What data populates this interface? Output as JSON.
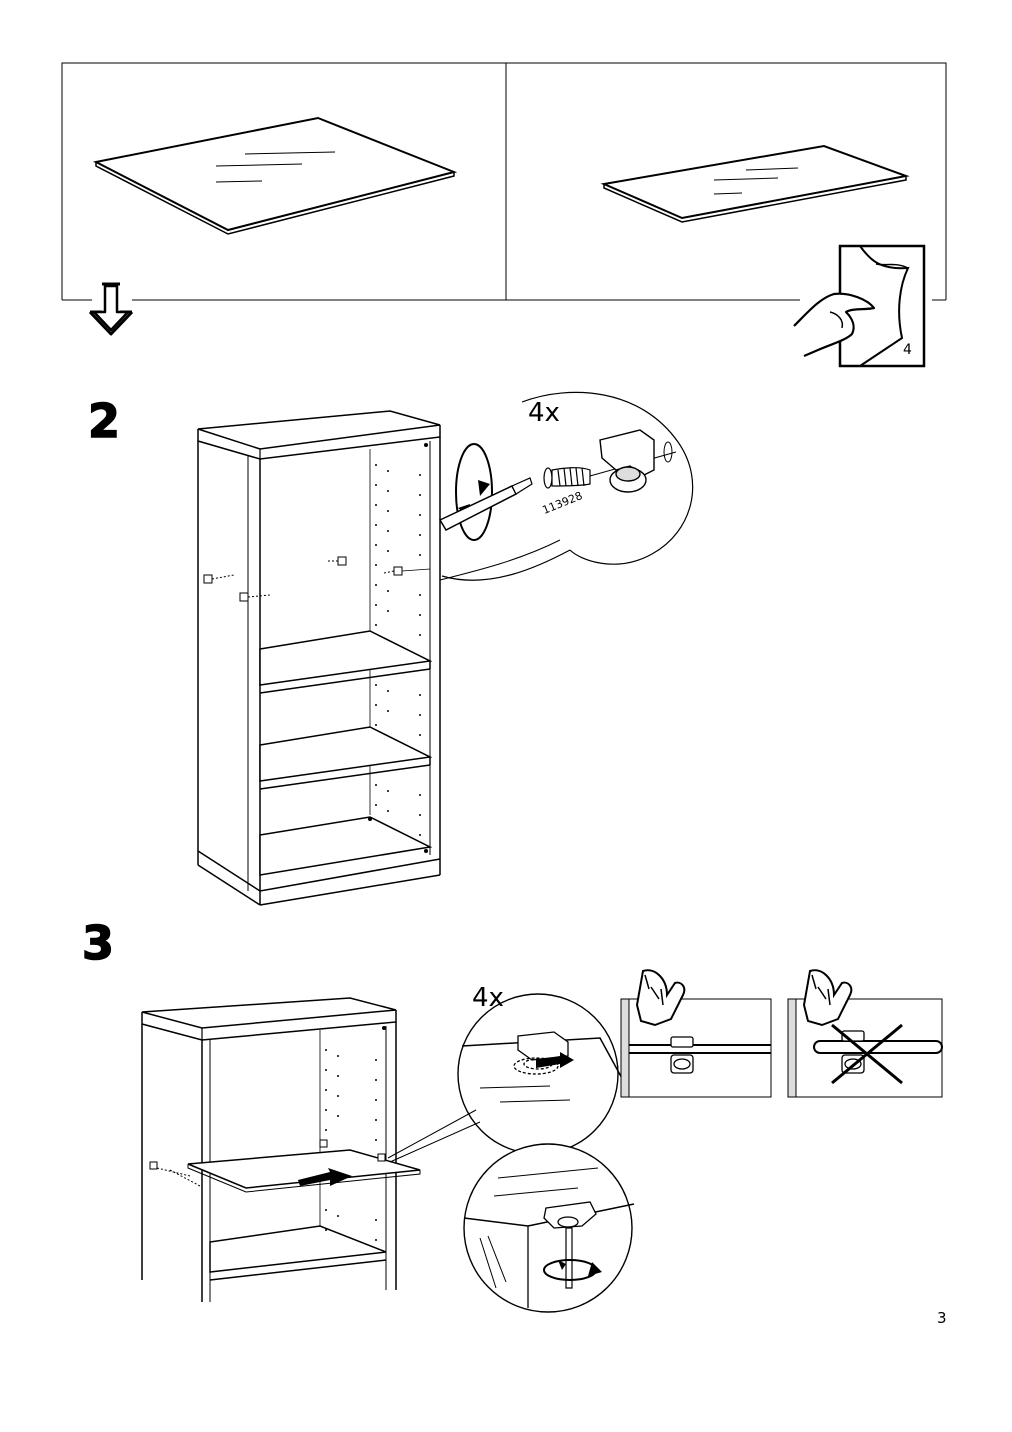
{
  "page": {
    "number": "3"
  },
  "top_panel": {
    "turn_page_number": "4"
  },
  "step2": {
    "number": "2",
    "quantity": "4x",
    "part_number": "113928"
  },
  "step3": {
    "number": "3",
    "quantity": "4x"
  }
}
